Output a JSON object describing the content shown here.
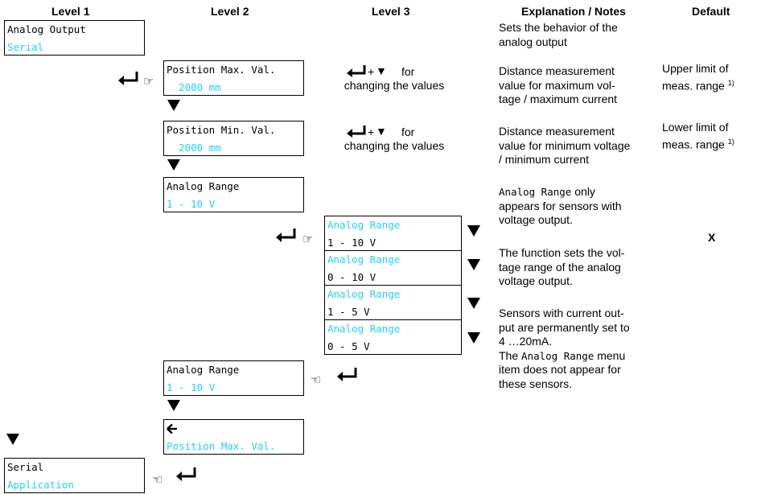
{
  "headers": {
    "level1": "Level 1",
    "level2": "Level 2",
    "level3": "Level 3",
    "notes": "Explanation / Notes",
    "default": "Default"
  },
  "boxes": {
    "l1_analog": {
      "line1": "Analog Output",
      "line2": "Serial"
    },
    "l2_pos_max": {
      "line1": "Position Max. Val.",
      "line2": "  2000 mm"
    },
    "l2_pos_min": {
      "line1": "Position Min. Val.",
      "line2": "  2000 mm"
    },
    "l2_range": {
      "line1": "Analog Range",
      "line2": "1 - 10 V"
    },
    "l3_r1": {
      "line1": "Analog Range",
      "line2": "1 - 10 V"
    },
    "l3_r2": {
      "line1": "Analog Range",
      "line2": "0 - 10 V"
    },
    "l3_r3": {
      "line1": "Analog Range",
      "line2": "1 - 5 V"
    },
    "l3_r4": {
      "line1": "Analog Range",
      "line2": "0 - 5 V"
    },
    "l2_range_confirm": {
      "line1": "Analog Range",
      "line2": "1 - 10 V"
    },
    "l2_back": {
      "line1": "Position Max. Val."
    },
    "l1_serial": {
      "line1": "Serial",
      "line2": "Application"
    }
  },
  "instructions": {
    "change_values_1a": "+",
    "change_values_1b": "for",
    "change_values_1c": "changing the values",
    "change_values_2a": "+",
    "change_values_2b": "for",
    "change_values_2c": "changing the values"
  },
  "notes": {
    "n1": [
      "Sets the behavior of the",
      "analog output"
    ],
    "n2": [
      "Distance measurement",
      "value for maximum vol-",
      "tage / maximum current"
    ],
    "n3": [
      "Distance measurement",
      "value for minimum voltage",
      "/ minimum current"
    ],
    "n4_mono": "Analog Range",
    "n4": [
      " only",
      "appears for sensors with",
      "voltage output."
    ],
    "n5": [
      "The function sets the vol-",
      "tage range of the analog",
      "voltage output."
    ],
    "n6": [
      "Sensors with current out-",
      "put are permanently set to",
      "4 …20mA.",
      "The "
    ],
    "n6_mono": "Analog Range",
    "n6_tail": " menu",
    "n7": [
      "item does not appear for",
      "these sensors."
    ]
  },
  "defaults": {
    "d1": [
      "Upper limit of",
      "meas. range "
    ],
    "d1_sup": "1)",
    "d2": [
      "Lower limit of",
      "meas. range "
    ],
    "d2_sup": "1)",
    "x": "X"
  }
}
